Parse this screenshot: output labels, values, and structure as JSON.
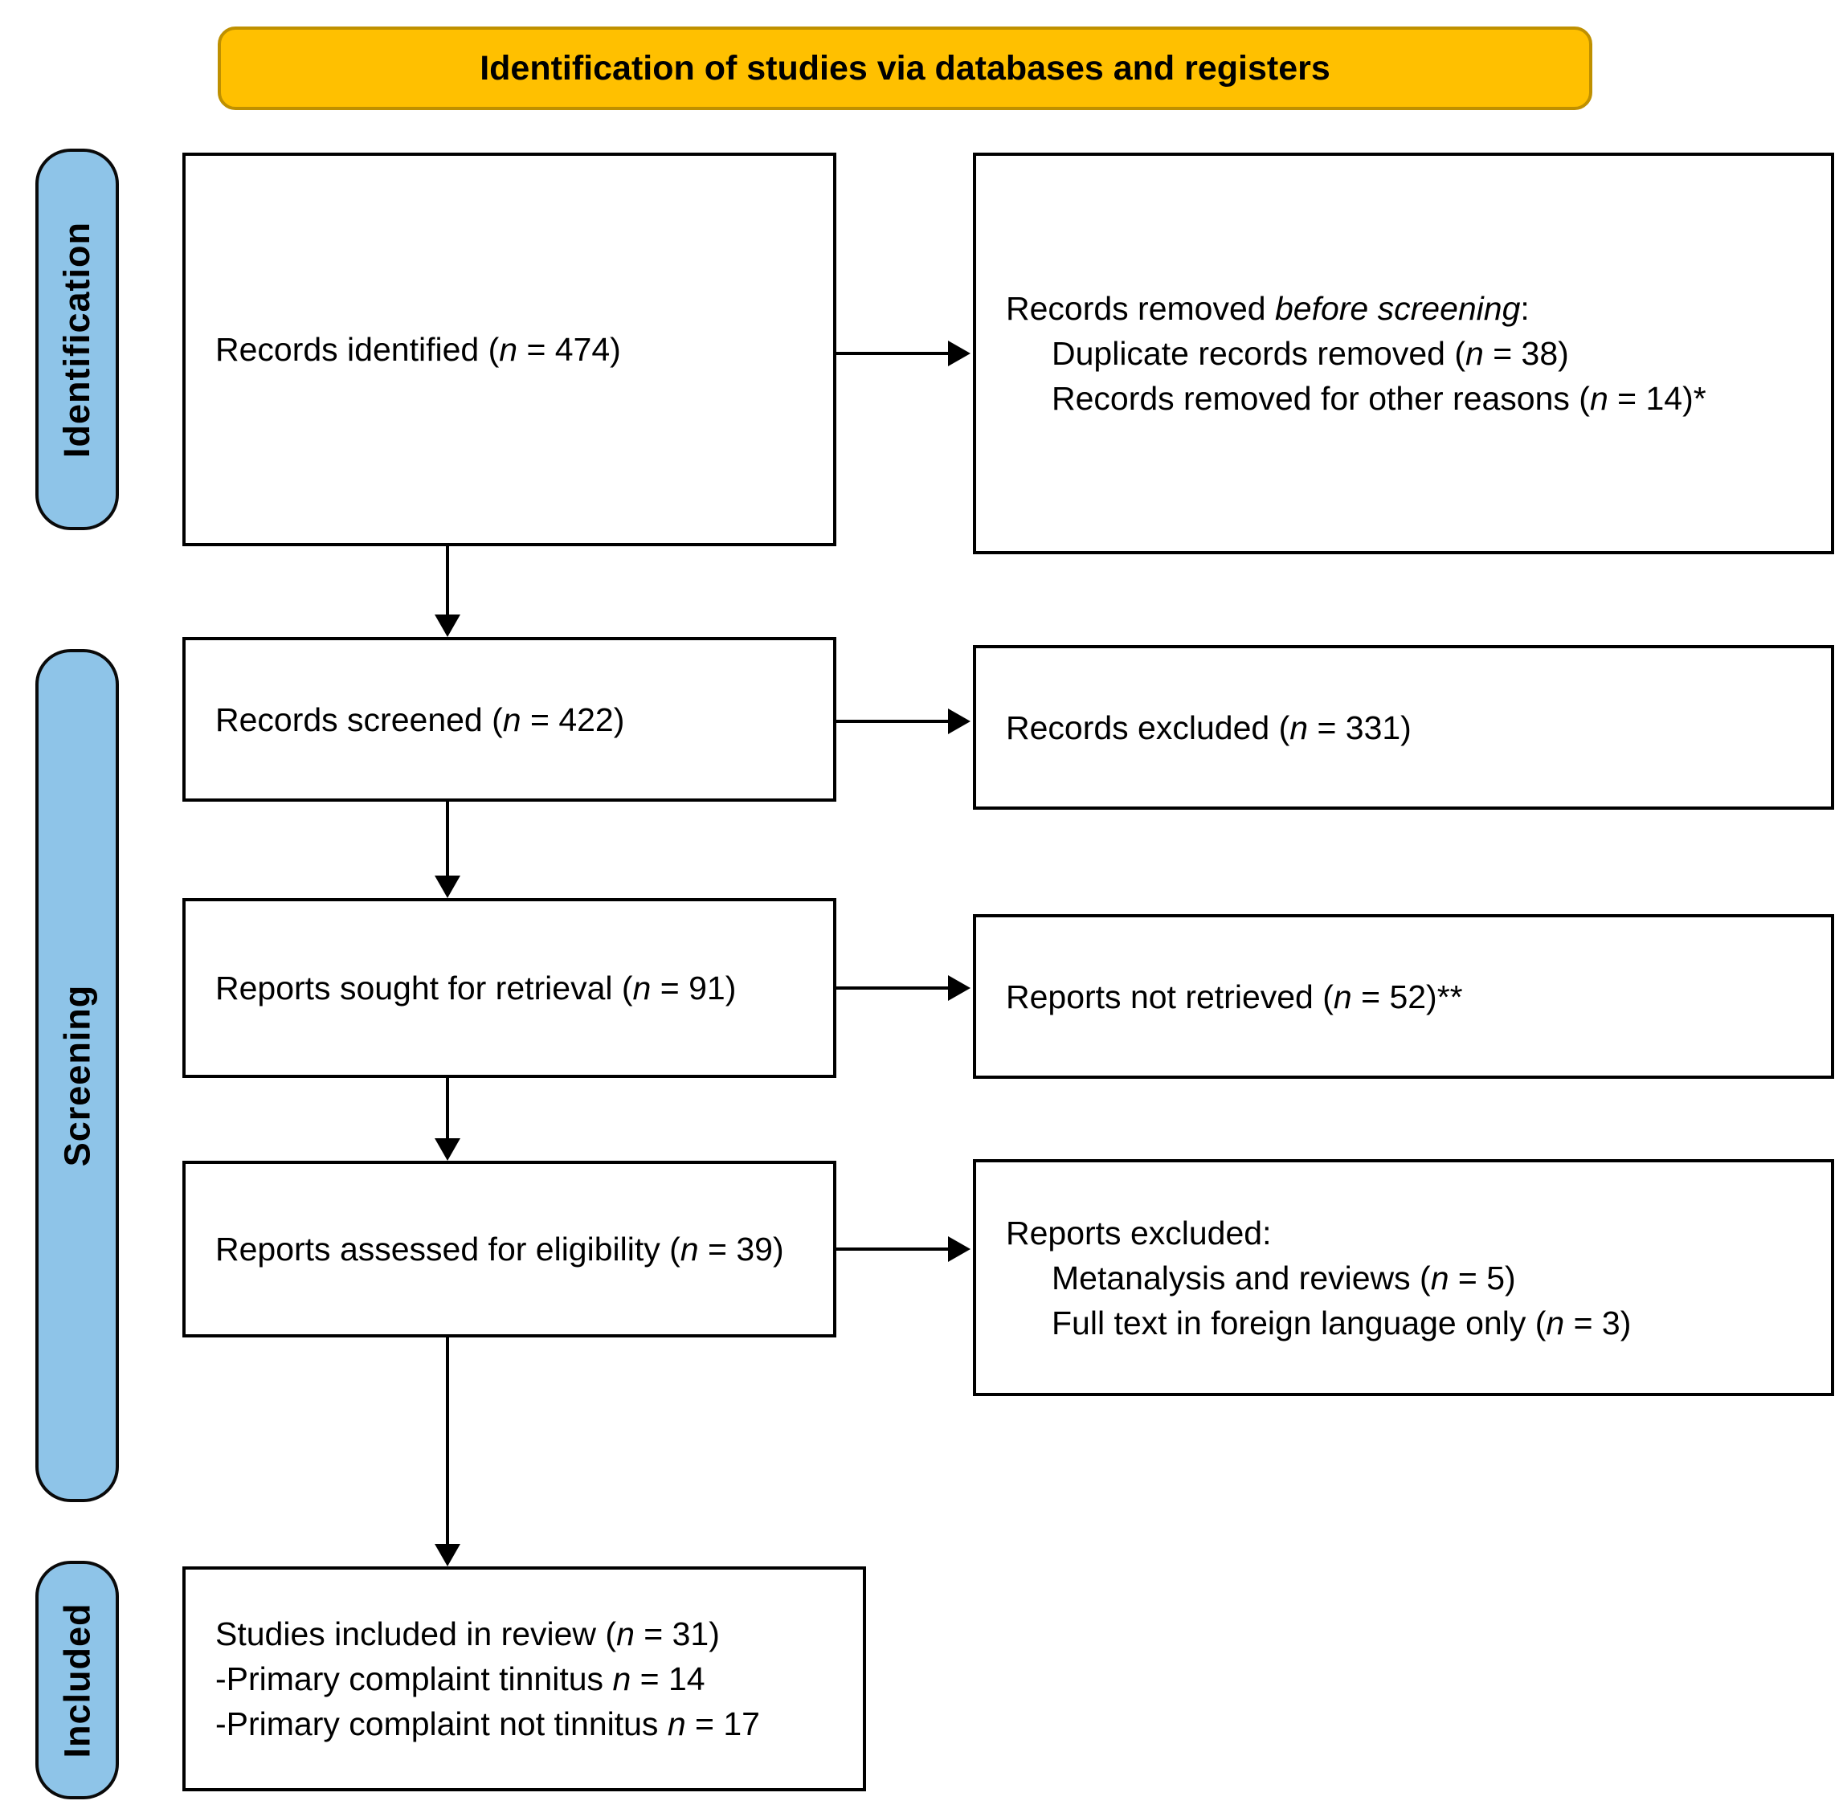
{
  "colors": {
    "title_fill": "#FFC000",
    "title_border": "#BF9000",
    "stage_fill": "#8EC4E8",
    "stage_border": "#0a0a0a",
    "box_border": "#000000",
    "arrow_color": "#000000",
    "text_color": "#000000"
  },
  "title": {
    "text": "Identification of studies via databases and registers"
  },
  "stages": {
    "identification": {
      "label": "Identification"
    },
    "screening": {
      "label": "Screening"
    },
    "included": {
      "label": "Included"
    }
  },
  "boxes": {
    "records_identified": {
      "lines": [
        {
          "text": "Records identified ({i}n{/i} = 474)"
        }
      ]
    },
    "records_removed": {
      "lines": [
        {
          "text": "Records removed {i}before screening{/i}:"
        },
        {
          "text": "Duplicate records removed ({i}n{/i} = 38)",
          "indent": 1
        },
        {
          "text": "Records removed for other reasons ({i}n{/i} = 14)*",
          "indent": 1
        }
      ]
    },
    "records_screened": {
      "lines": [
        {
          "text": "Records screened ({i}n{/i} = 422)"
        }
      ]
    },
    "records_excluded": {
      "lines": [
        {
          "text": "Records excluded ({i}n{/i} = 331)"
        }
      ]
    },
    "reports_sought": {
      "lines": [
        {
          "text": "Reports sought for retrieval ({i}n{/i} = 91)"
        }
      ]
    },
    "reports_not_retrieved": {
      "lines": [
        {
          "text": "Reports not retrieved ({i}n{/i} = 52)**"
        }
      ]
    },
    "reports_assessed": {
      "lines": [
        {
          "text": "Reports assessed for eligibility ({i}n{/i} = 39)"
        }
      ]
    },
    "reports_excluded": {
      "lines": [
        {
          "text": "Reports excluded:"
        },
        {
          "text": "Metanalysis and reviews ({i}n{/i} = 5)",
          "indent": 1
        },
        {
          "text": "Full text in foreign language only ({i}n{/i} = 3)",
          "indent": 1
        }
      ]
    },
    "studies_included": {
      "lines": [
        {
          "text": "Studies included in review ({i}n{/i} = 31)"
        },
        {
          "text": "-Primary complaint tinnitus {i}n{/i} = 14"
        },
        {
          "text": "-Primary complaint not tinnitus {i}n{/i} = 17"
        }
      ]
    }
  }
}
